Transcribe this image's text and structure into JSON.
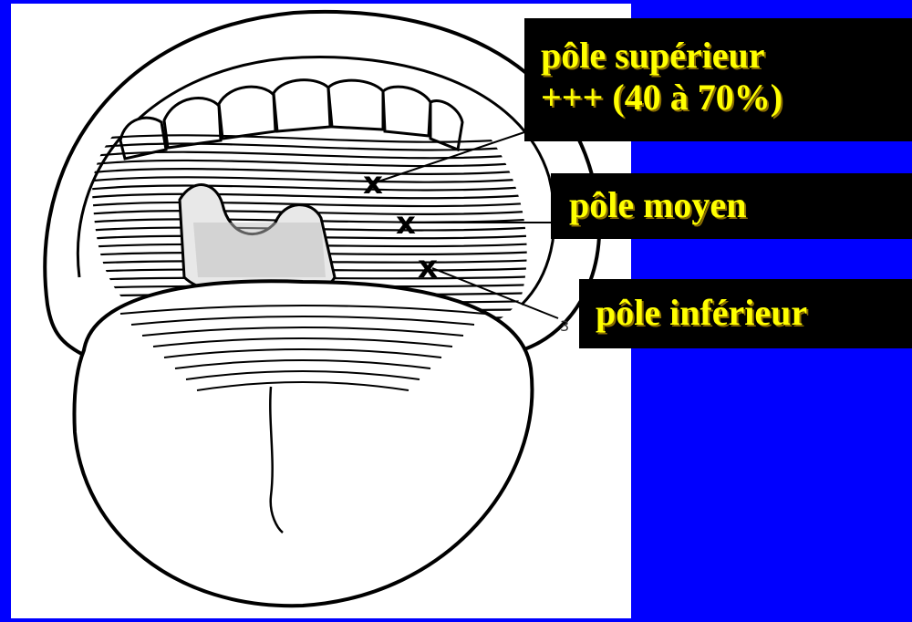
{
  "labels": {
    "superior_line1": "pôle supérieur",
    "superior_line2": "+++ (40 à 70%)",
    "middle": "pôle moyen",
    "inferior": "pôle inférieur"
  },
  "markers": {
    "symbol": "x",
    "number": "3"
  },
  "colors": {
    "background": "#0000ff",
    "label_box": "#000000",
    "label_text": "#ffff00",
    "drawing_panel": "#ffffff"
  }
}
